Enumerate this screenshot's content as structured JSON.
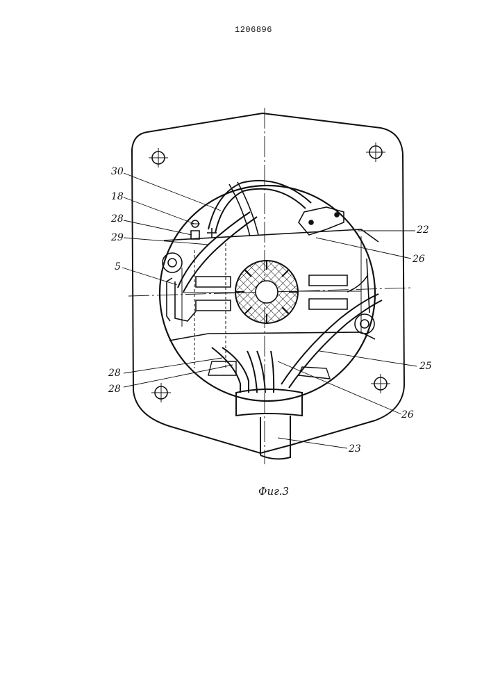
{
  "document": {
    "number": "1206896",
    "caption": "Фиг.3"
  },
  "callouts": {
    "label_30": "30",
    "label_18": "18",
    "label_28a": "28",
    "label_29": "29",
    "label_5": "5",
    "label_22": "22",
    "label_26a": "26",
    "label_25": "25",
    "label_28b": "28",
    "label_28c": "28",
    "label_26b": "26",
    "label_23": "23"
  }
}
